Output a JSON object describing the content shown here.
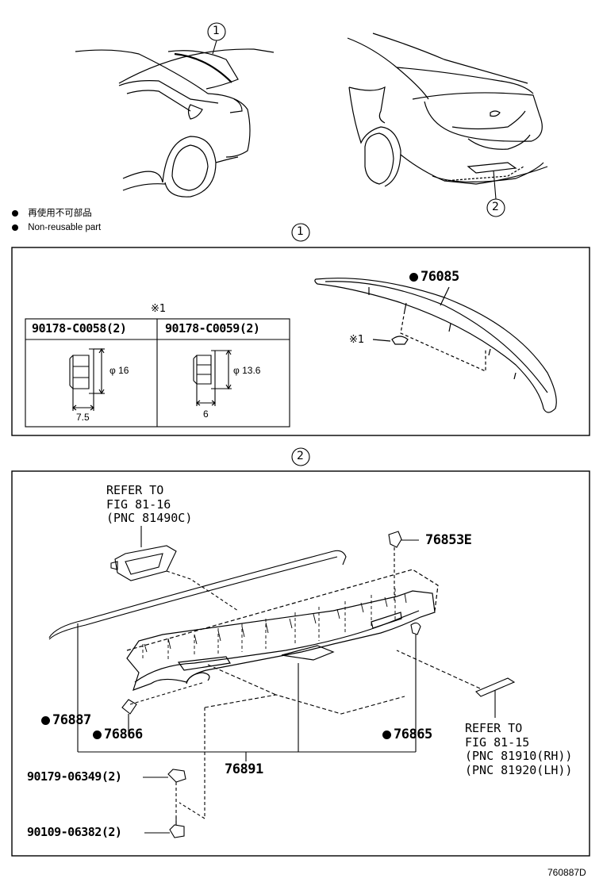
{
  "legend": {
    "line1": "再使用不可部品",
    "line2": "Non-reusable part"
  },
  "callouts": {
    "c1": "1",
    "c2": "2"
  },
  "section1": {
    "note_mark": "※1",
    "table_headers": [
      "90178-C0058(2)",
      "90178-C0059(2)"
    ],
    "nut_a": {
      "diameter": "φ 16",
      "width": "7.5"
    },
    "nut_b": {
      "diameter": "φ 13.6",
      "width": "6"
    },
    "spoiler_part": "76085",
    "clip_mark": "※1"
  },
  "section2": {
    "refer_top": "REFER TO\nFIG 81-16\n(PNC 81490C)",
    "refer_right": "REFER TO\nFIG 81-15\n(PNC 81910(RH))\n(PNC 81920(LH))",
    "part_76853E": "76853E",
    "part_76887": "76887",
    "part_76866": "76866",
    "part_76865": "76865",
    "part_76891": "76891",
    "part_90179": "90179-06349(2)",
    "part_90109": "90109-06382(2)"
  },
  "footer": {
    "diagram_id": "760887D"
  }
}
